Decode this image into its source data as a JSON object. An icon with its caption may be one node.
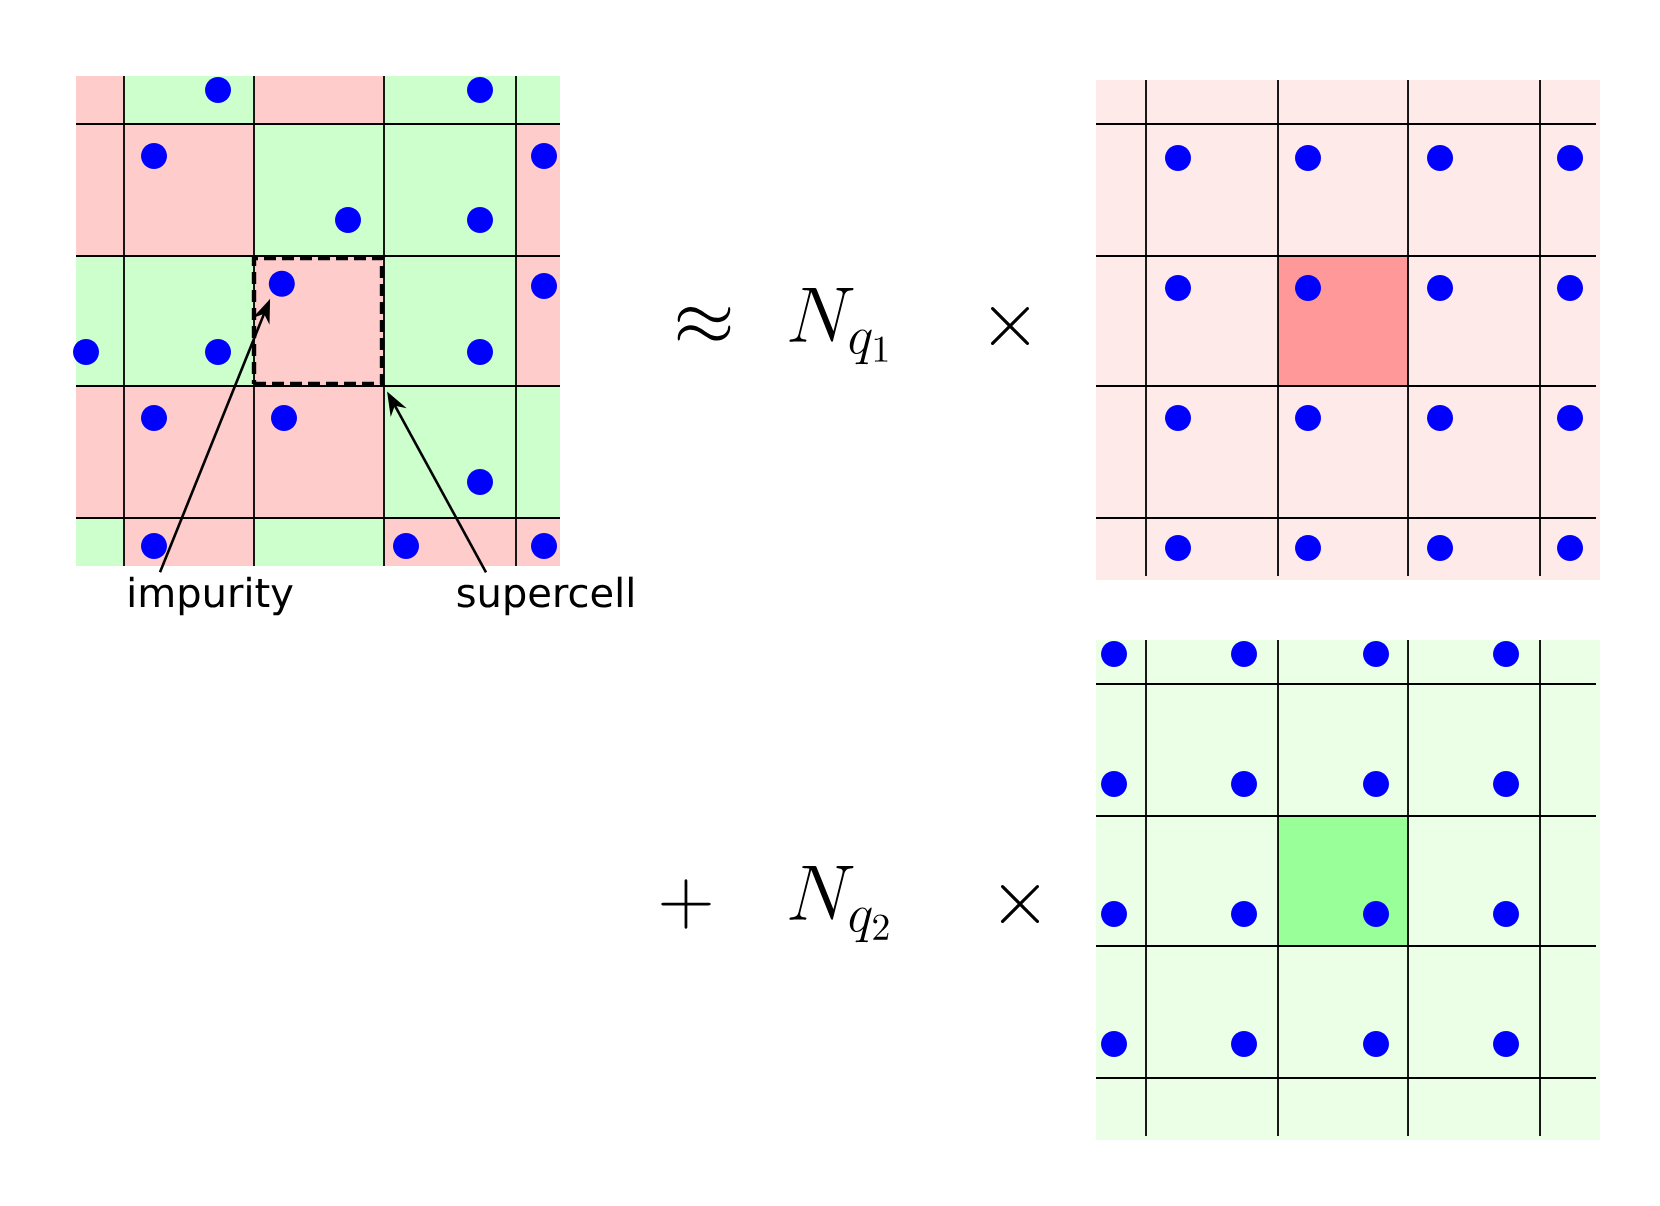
{
  "diagram": {
    "nodes": [
      {
        "text": [
          "impurity"
        ]
      },
      {
        "text": [
          "supercell"
        ]
      },
      {
        "text": [],
        "shape": "circle",
        "in": 3
      },
      {
        "text": [],
        "shape": "box"
      }
    ],
    "edges": [
      {
        "from": 0,
        "to": 2,
        "arrow": "to"
      },
      {
        "from": 1,
        "to": 3,
        "arrow": "to"
      }
    ],
    "labels": [
      "\\approx",
      "N_{q_1}",
      "\\times",
      "+",
      "N_{q_2}",
      "\\times"
    ]
  }
}
